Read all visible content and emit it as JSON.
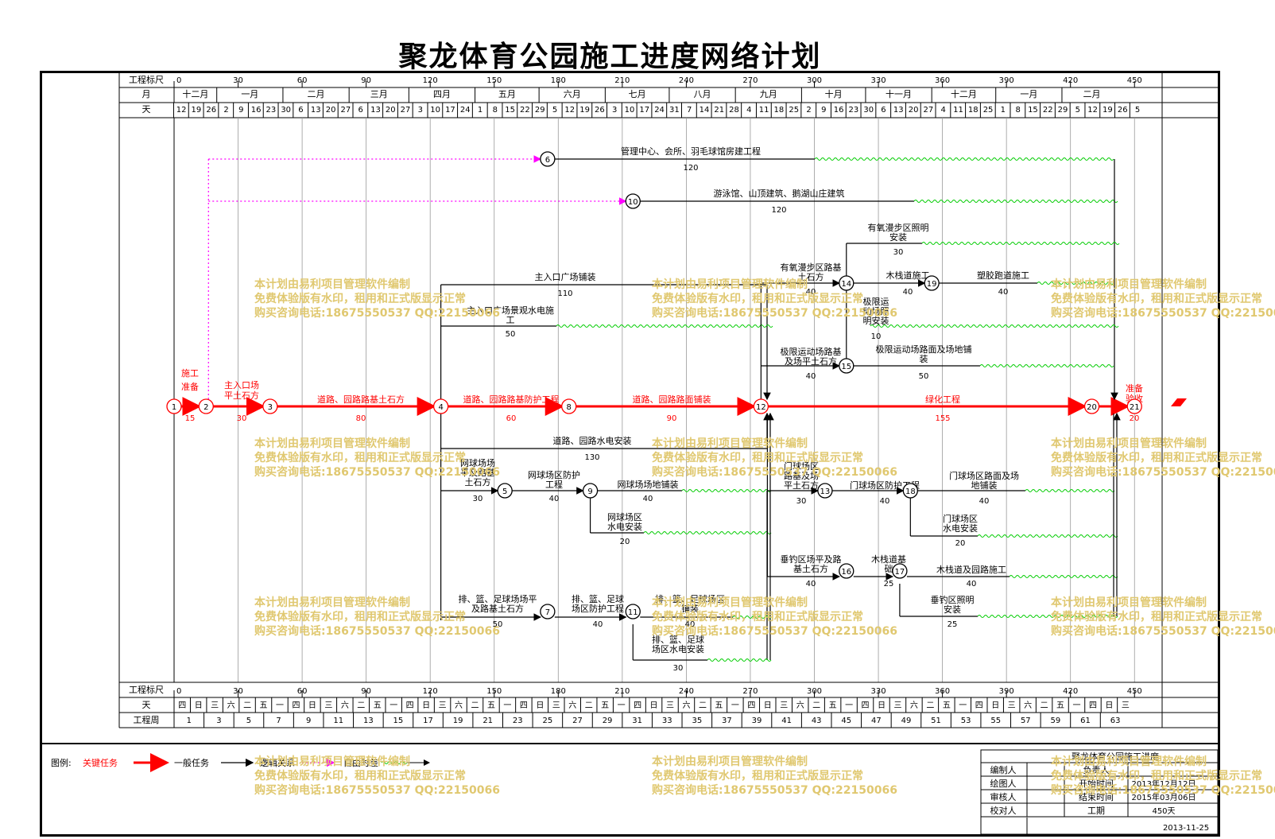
{
  "title": "聚龙体育公园施工进度网络计划",
  "colors": {
    "critical": "#ff0000",
    "normal": "#000000",
    "logic": "#ff00ff",
    "float": "#00cc00",
    "watermark": "#e0c870"
  },
  "scale": {
    "top_label": "工程标尺",
    "ticks": [
      "0",
      "30",
      "60",
      "90",
      "120",
      "150",
      "180",
      "210",
      "240",
      "270",
      "300",
      "330",
      "360",
      "390",
      "420",
      "450"
    ],
    "month_label": "月",
    "months": [
      "十二月",
      "一月",
      "二月",
      "三月",
      "四月",
      "五月",
      "六月",
      "七月",
      "八月",
      "九月",
      "十月",
      "十一月",
      "十二月",
      "一月",
      "二月"
    ],
    "day_label": "天",
    "days": [
      "12",
      "19",
      "26",
      "2",
      "9",
      "16",
      "23",
      "30",
      "6",
      "13",
      "20",
      "27",
      "6",
      "13",
      "20",
      "27",
      "3",
      "10",
      "17",
      "24",
      "1",
      "8",
      "15",
      "22",
      "29",
      "5",
      "12",
      "19",
      "26",
      "3",
      "10",
      "17",
      "24",
      "31",
      "7",
      "14",
      "21",
      "28",
      "4",
      "11",
      "18",
      "25",
      "2",
      "9",
      "16",
      "23",
      "30",
      "6",
      "13",
      "20",
      "27",
      "4",
      "11",
      "18",
      "25",
      "1",
      "8",
      "15",
      "22",
      "29",
      "5",
      "12",
      "19",
      "26",
      "5"
    ]
  },
  "bottom_scale": {
    "label": "工程标尺",
    "ticks": [
      "0",
      "30",
      "60",
      "90",
      "120",
      "150",
      "180",
      "210",
      "240",
      "270",
      "300",
      "330",
      "360",
      "390",
      "420",
      "450"
    ],
    "day_label": "天",
    "weekdays": [
      "四",
      "日",
      "三",
      "六",
      "二",
      "五",
      "一",
      "四",
      "日",
      "三",
      "六",
      "二",
      "五",
      "一",
      "四",
      "日",
      "三",
      "六",
      "二",
      "五",
      "一",
      "四",
      "日",
      "三",
      "六",
      "二",
      "五",
      "一",
      "四",
      "日",
      "三",
      "六",
      "二",
      "五",
      "一",
      "四",
      "日",
      "三",
      "六",
      "二",
      "五",
      "一",
      "四",
      "日",
      "三",
      "六",
      "二",
      "五",
      "一",
      "四",
      "日",
      "三",
      "六",
      "二",
      "五",
      "一",
      "四",
      "日",
      "三"
    ],
    "week_label": "工程周",
    "weeks": [
      "1",
      "3",
      "5",
      "7",
      "9",
      "11",
      "13",
      "15",
      "17",
      "19",
      "21",
      "23",
      "25",
      "27",
      "29",
      "31",
      "33",
      "35",
      "37",
      "39",
      "41",
      "43",
      "45",
      "47",
      "49",
      "51",
      "53",
      "55",
      "57",
      "59",
      "61",
      "63"
    ]
  },
  "nodes": [
    {
      "id": "1",
      "day": 0,
      "row": "main"
    },
    {
      "id": "2",
      "day": 15,
      "row": "main"
    },
    {
      "id": "3",
      "day": 45,
      "row": "main"
    },
    {
      "id": "4",
      "day": 125,
      "row": "main"
    },
    {
      "id": "8",
      "day": 185,
      "row": "main"
    },
    {
      "id": "12",
      "day": 275,
      "row": "main"
    },
    {
      "id": "20",
      "day": 430,
      "row": "main"
    },
    {
      "id": "21",
      "day": 450,
      "row": "main"
    },
    {
      "id": "6",
      "day": 175,
      "row": "r6"
    },
    {
      "id": "10",
      "day": 215,
      "row": "r10"
    },
    {
      "id": "14",
      "day": 315,
      "row": "r14"
    },
    {
      "id": "19",
      "day": 355,
      "row": "r14"
    },
    {
      "id": "15",
      "day": 315,
      "row": "r15"
    },
    {
      "id": "5",
      "day": 155,
      "row": "r5"
    },
    {
      "id": "9",
      "day": 195,
      "row": "r5"
    },
    {
      "id": "13",
      "day": 305,
      "row": "r5"
    },
    {
      "id": "18",
      "day": 345,
      "row": "r5"
    },
    {
      "id": "16",
      "day": 315,
      "row": "r16"
    },
    {
      "id": "17",
      "day": 340,
      "row": "r16"
    },
    {
      "id": "7",
      "day": 175,
      "row": "r7"
    },
    {
      "id": "11",
      "day": 215,
      "row": "r7"
    }
  ],
  "tasks": [
    {
      "name": "施工准备",
      "dur": "15",
      "type": "critical"
    },
    {
      "name": "主入口场平土石方",
      "dur": "30",
      "type": "critical"
    },
    {
      "name": "道路、园路路基土石方",
      "dur": "80",
      "type": "critical"
    },
    {
      "name": "道路、园路路基防护工程",
      "dur": "60",
      "type": "critical"
    },
    {
      "name": "道路、园路路面铺装",
      "dur": "90",
      "type": "critical"
    },
    {
      "name": "绿化工程",
      "dur": "155",
      "type": "critical"
    },
    {
      "name": "准备验收",
      "dur": "20",
      "type": "critical"
    },
    {
      "name": "管理中心、会所、羽毛球馆房建工程",
      "dur": "120",
      "type": "normal"
    },
    {
      "name": "游泳馆、山顶建筑、鹅湖山庄建筑",
      "dur": "120",
      "type": "normal"
    },
    {
      "name": "主入口广场铺装",
      "dur": "110",
      "type": "normal"
    },
    {
      "name": "主入口广场景观水电施工",
      "dur": "50",
      "type": "normal"
    },
    {
      "name": "有氧漫步区路基土石方",
      "dur": "40",
      "type": "normal"
    },
    {
      "name": "有氧漫步区照明安装",
      "dur": "30",
      "type": "normal"
    },
    {
      "name": "木栈道施工",
      "dur": "40",
      "type": "normal"
    },
    {
      "name": "塑胶跑道施工",
      "dur": "40",
      "type": "normal"
    },
    {
      "name": "极限运动场照明安装",
      "dur": "10",
      "type": "normal"
    },
    {
      "name": "极限运动场路基及场平土石方",
      "dur": "40",
      "type": "normal"
    },
    {
      "name": "极限运动场路面及场地铺装",
      "dur": "50",
      "type": "normal"
    },
    {
      "name": "道路、园路水电安装",
      "dur": "130",
      "type": "normal"
    },
    {
      "name": "网球场场平及路基土石方",
      "dur": "30",
      "type": "normal"
    },
    {
      "name": "网球场区防护工程",
      "dur": "40",
      "type": "normal"
    },
    {
      "name": "网球场场地铺装",
      "dur": "40",
      "type": "normal"
    },
    {
      "name": "网球场区水电安装",
      "dur": "20",
      "type": "normal"
    },
    {
      "name": "门球场区路基及场平土石方",
      "dur": "30",
      "type": "normal"
    },
    {
      "name": "门球场区防护工程",
      "dur": "40",
      "type": "normal"
    },
    {
      "name": "门球场区路面及场地铺装",
      "dur": "40",
      "type": "normal"
    },
    {
      "name": "门球场区水电安装",
      "dur": "20",
      "type": "normal"
    },
    {
      "name": "垂钓区场平及路基土石方",
      "dur": "40",
      "type": "normal"
    },
    {
      "name": "木栈道基础",
      "dur": "25",
      "type": "normal"
    },
    {
      "name": "木栈道及园路施工",
      "dur": "40",
      "type": "normal"
    },
    {
      "name": "垂钓区照明安装",
      "dur": "25",
      "type": "normal"
    },
    {
      "name": "排、篮、足球场场平及路基土石方",
      "dur": "50",
      "type": "normal"
    },
    {
      "name": "排、篮、足球场区防护工程",
      "dur": "40",
      "type": "normal"
    },
    {
      "name": "排、篮、足球场区铺装",
      "dur": "40",
      "type": "normal"
    },
    {
      "name": "排、篮、足球场区水电安装",
      "dur": "30",
      "type": "normal"
    }
  ],
  "watermark": {
    "line1": "本计划由易利项目管理软件编制",
    "line2": "免费体验版有水印，租用和正式版显示正常",
    "line3": "购买咨询电话:18675550537 QQ:22150066"
  },
  "legend": {
    "label": "图例:",
    "critical": "关键任务",
    "normal": "一般任务",
    "logic": "逻辑关系",
    "float": "自由时差"
  },
  "info": {
    "project": "聚龙体育公园施工进度",
    "editor_label": "编制人",
    "drawer_label": "绘图人",
    "reviewer_label": "审核人",
    "checker_label": "校对人",
    "owner_label": "负责人",
    "start_label": "开始时间",
    "start_value": "2013年12月12日",
    "end_label": "结束时间",
    "end_value": "2015年03月06日",
    "duration_label": "工期",
    "duration_value": "450天",
    "date": "2013-11-25"
  }
}
